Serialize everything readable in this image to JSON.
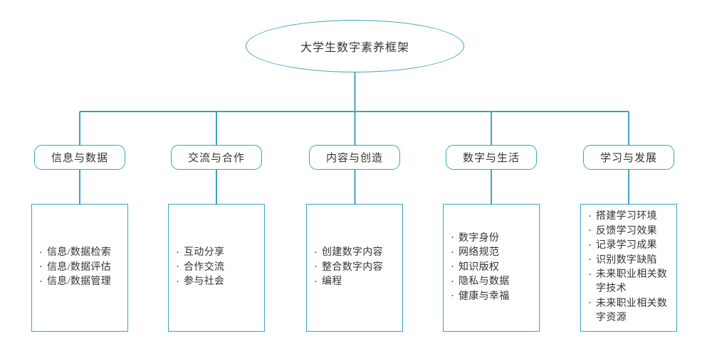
{
  "diagram": {
    "title": "大学生数字素养框架",
    "root": {
      "label": "大学生数字素养框架",
      "shape": "ellipse"
    },
    "accent_color": "#3aa4c0",
    "text_color": "#333333",
    "background_color": "#ffffff",
    "bullet_glyph": "·",
    "branches": [
      {
        "label": "信息与数据",
        "items": [
          "信息/数据检索",
          "信息/数据评估",
          "信息/数据管理"
        ]
      },
      {
        "label": "交流与合作",
        "items": [
          "互动分享",
          "合作交流",
          "参与社会"
        ]
      },
      {
        "label": "内容与创造",
        "items": [
          "创建数字内容",
          "整合数字内容",
          "编程"
        ]
      },
      {
        "label": "数字与生活",
        "items": [
          "数字身份",
          "网络规范",
          "知识版权",
          "隐私与数据",
          "健康与幸福"
        ]
      },
      {
        "label": "学习与发展",
        "items": [
          "搭建学习环境",
          "反馈学习效果",
          "记录学习成果",
          "识别数字缺陷",
          "未来职业相关数字技术",
          "未来职业相关数字资源"
        ]
      }
    ]
  }
}
